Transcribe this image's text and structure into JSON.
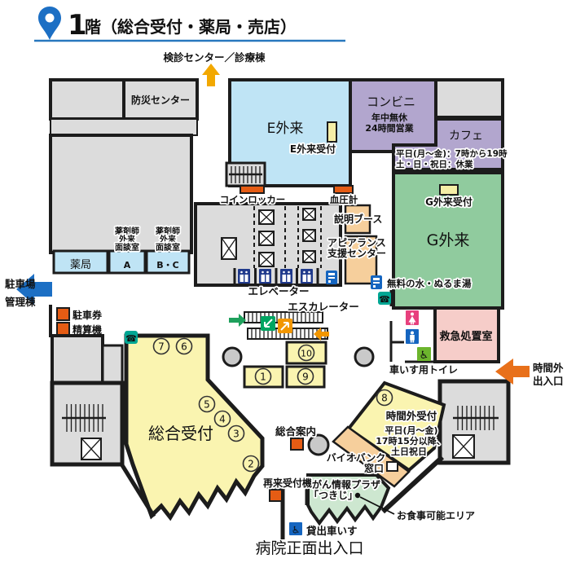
{
  "header": {
    "floor_number": "1",
    "floor_name": "階（総合受付・薬局・売店）",
    "upper_exit": "検診センター／診療棟"
  },
  "areas": {
    "disaster_center": "防災センター",
    "e_outpatient": "E外来",
    "e_reception": "E外来受付",
    "convenience_store": "コンビニ",
    "convenience_hours_1": "年中無休",
    "convenience_hours_2": "24時間営業",
    "cafe": "カフェ",
    "cafe_hours_1": "平日(月～金)：7時から19時",
    "cafe_hours_2": "土・日・祝日：休業",
    "g_reception": "G外来受付",
    "g_outpatient": "G外来",
    "pharmacy": "薬局",
    "pharmacist_room_line1": "薬剤師",
    "pharmacist_room_line2": "外来",
    "pharmacist_room_line3": "面談室",
    "pharmacist_room_a": "A",
    "pharmacist_room_bc": "B・C",
    "emergency_room": "救急処置室",
    "main_reception": "総合受付",
    "after_hours_reception": "時間外受付",
    "after_hours_line1": "平日(月～金)",
    "after_hours_line2": "17時15分以降、",
    "after_hours_line3": "土日祝日",
    "cancer_plaza_line1": "がん情報プラザ",
    "cancer_plaza_line2": "「つきじ」",
    "dining_area": "お食事可能エリア"
  },
  "facilities": {
    "coin_locker": "コインロッカー",
    "blood_pressure": "血圧計",
    "info_booth": "説明ブース",
    "appearance_line1": "アピアランス",
    "appearance_line2": "支援センター",
    "elevator": "エレベーター",
    "escalator": "エスカレーター",
    "free_water": "無料の水・ぬるま湯",
    "parking_ticket": "駐車券",
    "pay_machine": "精算機",
    "general_info": "総合案内",
    "return_check_in": "再来受付機",
    "wheelchair_toilet": "車いす用トイレ",
    "biobank_line1": "バイオバンク",
    "biobank_line2": "窓口",
    "wheelchair_rental": "貸出車いす"
  },
  "exits": {
    "parking_line1": "駐車場",
    "parking_line2": "管理棟",
    "after_hours_line1": "時間外",
    "after_hours_line2": "出入口",
    "main_entrance": "病院正面出入口"
  },
  "numbers": {
    "n1": "1",
    "n2": "2",
    "n3": "3",
    "n4": "4",
    "n5": "5",
    "n6": "6",
    "n7": "7",
    "n8": "8",
    "n9": "9",
    "n10": "10"
  },
  "icons": {
    "phone": "☎",
    "wheelchair": "♿"
  },
  "colors": {
    "wall": "#1c1c1c",
    "room_gray": "#dcdcdc",
    "blue_area": "#bfe4f5",
    "purple_area": "#b2a6ce",
    "green_area": "#90cb9e",
    "pink_area": "#f6cdc9",
    "yellow_area": "#faf4b0",
    "peach_area": "#f6cf9c",
    "light_green_area": "#cde7d0",
    "orange_marker": "#e55c14",
    "blue_accent": "#1c6fc4",
    "orange_arrow": "#e8701a",
    "amber_arrow": "#f2a800",
    "teal_icon": "#00a693"
  }
}
